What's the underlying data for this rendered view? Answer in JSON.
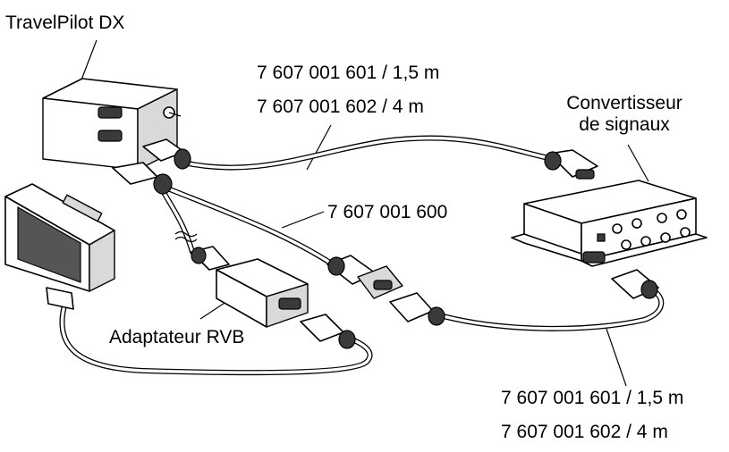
{
  "labels": {
    "travelpilot": "TravelPilot DX",
    "cable_top_1": "7 607 001 601 / 1,5 m",
    "cable_top_2": "7 607 001 602 /  4 m",
    "converter_1": "Convertisseur",
    "converter_2": "de signaux",
    "cable_mid": "7 607 001 600",
    "adapter": "Adaptateur RVB",
    "cable_bottom_1": "7 607 001 601 / 1,5 m",
    "cable_bottom_2": "7 607 001 602 /  4 m"
  }
}
